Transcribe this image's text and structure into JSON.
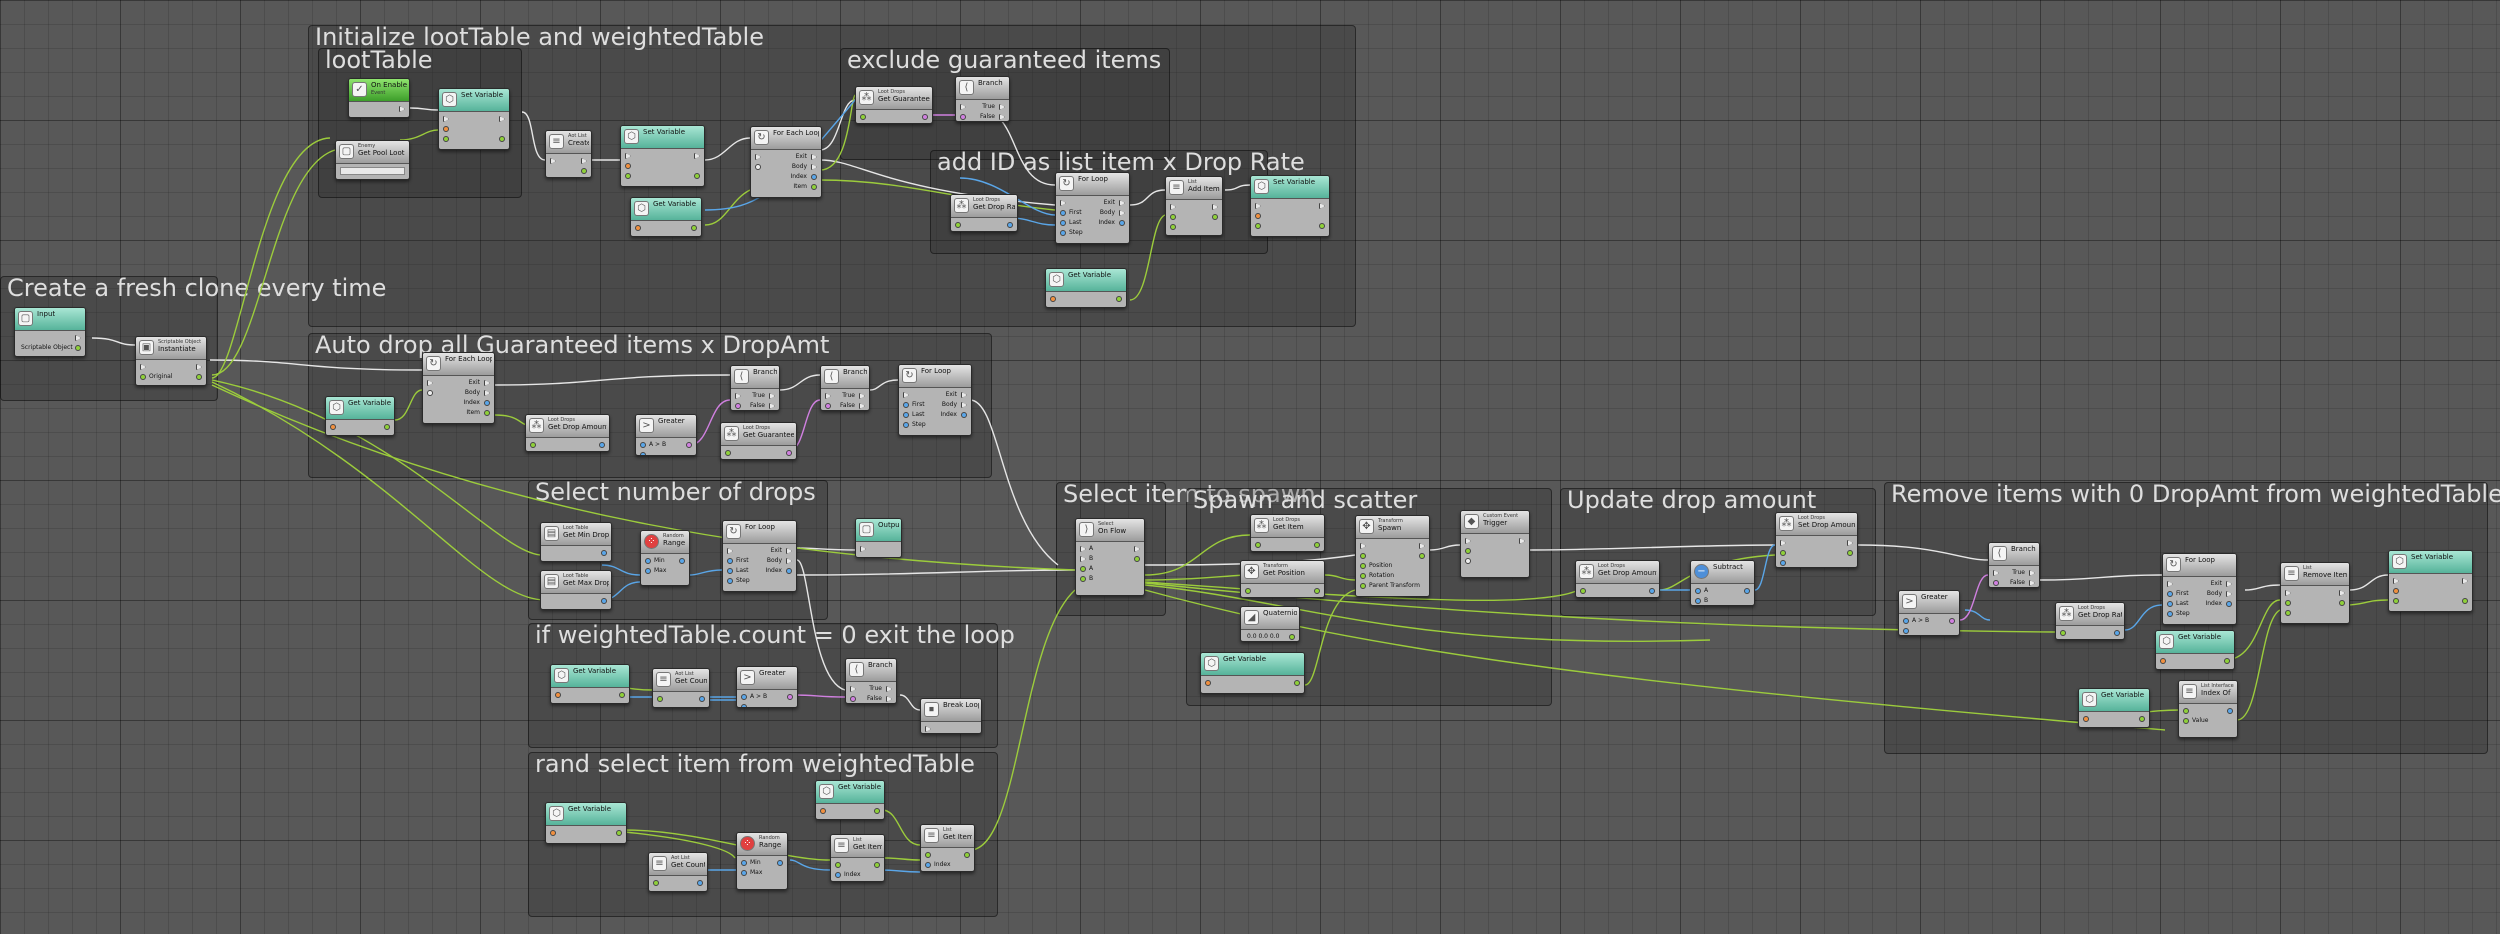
{
  "groups": [
    {
      "title": "Initialize lootTable and weightedTable",
      "x": 0,
      "y": 0
    },
    {
      "title": "lootTable"
    },
    {
      "title": "exclude guaranteed items"
    },
    {
      "title": "add ID as list item x Drop Rate"
    },
    {
      "title": "Create a fresh clone every time"
    },
    {
      "title": "Auto drop all Guaranteed items x DropAmt"
    },
    {
      "title": "Select number of drops"
    },
    {
      "title": "if weightedTable.count = 0 exit the loop"
    },
    {
      "title": "rand select item from weightedTable"
    },
    {
      "title": "Select item to spawn"
    },
    {
      "title": "Spawn and scatter"
    },
    {
      "title": "Update drop amount"
    },
    {
      "title": "Remove items with 0 DropAmt from weightedTable"
    }
  ],
  "nodes": {
    "on_enable": {
      "title": "On Enable",
      "sub": "Event"
    },
    "get_pool_loot": {
      "title": "Get Pool Loot",
      "sub": "Enemy"
    },
    "set_var_1": {
      "title": "Set Variable"
    },
    "create_list": {
      "title": "Create",
      "sub": "Aot List"
    },
    "set_var_2": {
      "title": "Set Variable"
    },
    "get_var_1": {
      "title": "Get Variable"
    },
    "for_each_1": {
      "title": "For Each Loop",
      "rows": [
        "Exit",
        "Body",
        "Index",
        "Item"
      ]
    },
    "get_guaranteed_1": {
      "title": "Get Guaranteed",
      "sub": "Loot Drops"
    },
    "branch_1": {
      "title": "Branch",
      "rows": [
        "True",
        "False"
      ]
    },
    "get_drop_rate_1": {
      "title": "Get Drop Rate",
      "sub": "Loot Drops"
    },
    "for_loop_1": {
      "title": "For Loop",
      "rows": [
        "First",
        "Last",
        "Step"
      ],
      "outs": [
        "Exit",
        "Body",
        "Index"
      ]
    },
    "add_item": {
      "title": "Add Item",
      "sub": "List"
    },
    "set_var_3": {
      "title": "Set Variable"
    },
    "get_var_2": {
      "title": "Get Variable"
    },
    "input": {
      "title": "Input",
      "row": "Scriptable Object"
    },
    "instantiate": {
      "title": "Instantiate",
      "sub": "Scriptable Object",
      "row": "Original"
    },
    "get_var_3": {
      "title": "Get Variable"
    },
    "for_each_2": {
      "title": "For Each Loop",
      "rows": [
        "Exit",
        "Body",
        "Index",
        "Item"
      ]
    },
    "get_drop_amount_1": {
      "title": "Get Drop Amount",
      "sub": "Loot Drops"
    },
    "greater_1": {
      "title": "Greater",
      "row": "A > B"
    },
    "branch_2": {
      "title": "Branch",
      "rows": [
        "True",
        "False"
      ]
    },
    "get_guaranteed_2": {
      "title": "Get Guaranteed",
      "sub": "Loot Drops"
    },
    "branch_3": {
      "title": "Branch",
      "rows": [
        "True",
        "False"
      ]
    },
    "for_loop_2": {
      "title": "For Loop",
      "rows": [
        "First",
        "Last",
        "Step"
      ],
      "outs": [
        "Exit",
        "Body",
        "Index"
      ]
    },
    "get_min_drops": {
      "title": "Get Min Drops",
      "sub": "Loot Table"
    },
    "get_max_drops": {
      "title": "Get Max Drops",
      "sub": "Loot Table"
    },
    "random_range_1": {
      "title": "Range",
      "sub": "Random",
      "rows": [
        "Min",
        "Max"
      ]
    },
    "for_loop_3": {
      "title": "For Loop",
      "rows": [
        "First",
        "Last",
        "Step"
      ],
      "outs": [
        "Exit",
        "Body",
        "Index"
      ]
    },
    "output": {
      "title": "Output"
    },
    "get_var_4": {
      "title": "Get Variable"
    },
    "get_count_1": {
      "title": "Get Count",
      "sub": "Aot List"
    },
    "greater_2": {
      "title": "Greater",
      "row": "A > B"
    },
    "branch_4": {
      "title": "Branch",
      "rows": [
        "True",
        "False"
      ]
    },
    "break_loop": {
      "title": "Break Loop"
    },
    "get_var_5": {
      "title": "Get Variable"
    },
    "get_var_6": {
      "title": "Get Variable"
    },
    "get_count_2": {
      "title": "Get Count",
      "sub": "Aot List"
    },
    "random_range_2": {
      "title": "Range",
      "sub": "Random",
      "rows": [
        "Min",
        "Max"
      ]
    },
    "get_item_1": {
      "title": "Get Item",
      "sub": "List",
      "row": "Index"
    },
    "get_item_2": {
      "title": "Get Item",
      "sub": "List",
      "row": "Index"
    },
    "select_on_flow": {
      "title": "On Flow",
      "sub": "Select",
      "rows": [
        "A",
        "B",
        "A",
        "B"
      ]
    },
    "get_item_3": {
      "title": "Get Item",
      "sub": "Loot Drops"
    },
    "get_position": {
      "title": "Get Position",
      "sub": "Transform"
    },
    "quaternion": {
      "title": "Quaternion",
      "row": "0.0 0.0 0.0"
    },
    "spawn": {
      "title": "Spawn",
      "sub": "Transform",
      "rows": [
        "Position",
        "Rotation",
        "Parent Transform"
      ]
    },
    "custom_trigger": {
      "title": "Trigger",
      "sub": "Custom Event"
    },
    "get_var_7": {
      "title": "Get Variable"
    },
    "get_drop_amount_2": {
      "title": "Get Drop Amount",
      "sub": "Loot Drops"
    },
    "subtract": {
      "title": "Subtract",
      "rows": [
        "A",
        "B"
      ]
    },
    "set_drop_amount": {
      "title": "Set Drop Amount",
      "sub": "Loot Drops"
    },
    "branch_5": {
      "title": "Branch",
      "rows": [
        "True",
        "False"
      ]
    },
    "greater_3": {
      "title": "Greater",
      "row": "A > B"
    },
    "get_drop_rate_2": {
      "title": "Get Drop Rate",
      "sub": "Loot Drops"
    },
    "for_loop_4": {
      "title": "For Loop",
      "rows": [
        "First",
        "Last",
        "Step"
      ],
      "outs": [
        "Exit",
        "Body",
        "Index"
      ]
    },
    "get_var_8": {
      "title": "Get Variable"
    },
    "remove_item": {
      "title": "Remove Item",
      "sub": "List"
    },
    "set_var_4": {
      "title": "Set Variable"
    },
    "get_var_9": {
      "title": "Get Variable"
    },
    "index_of": {
      "title": "Index Of",
      "sub": "List Interface",
      "row": "Value"
    }
  },
  "colors": {
    "canvas": "#585858",
    "wire_control": "#e8e8e8",
    "wire_object": "#9ccc3c",
    "wire_int": "#5aa6e8",
    "wire_bool": "#d080e0"
  }
}
